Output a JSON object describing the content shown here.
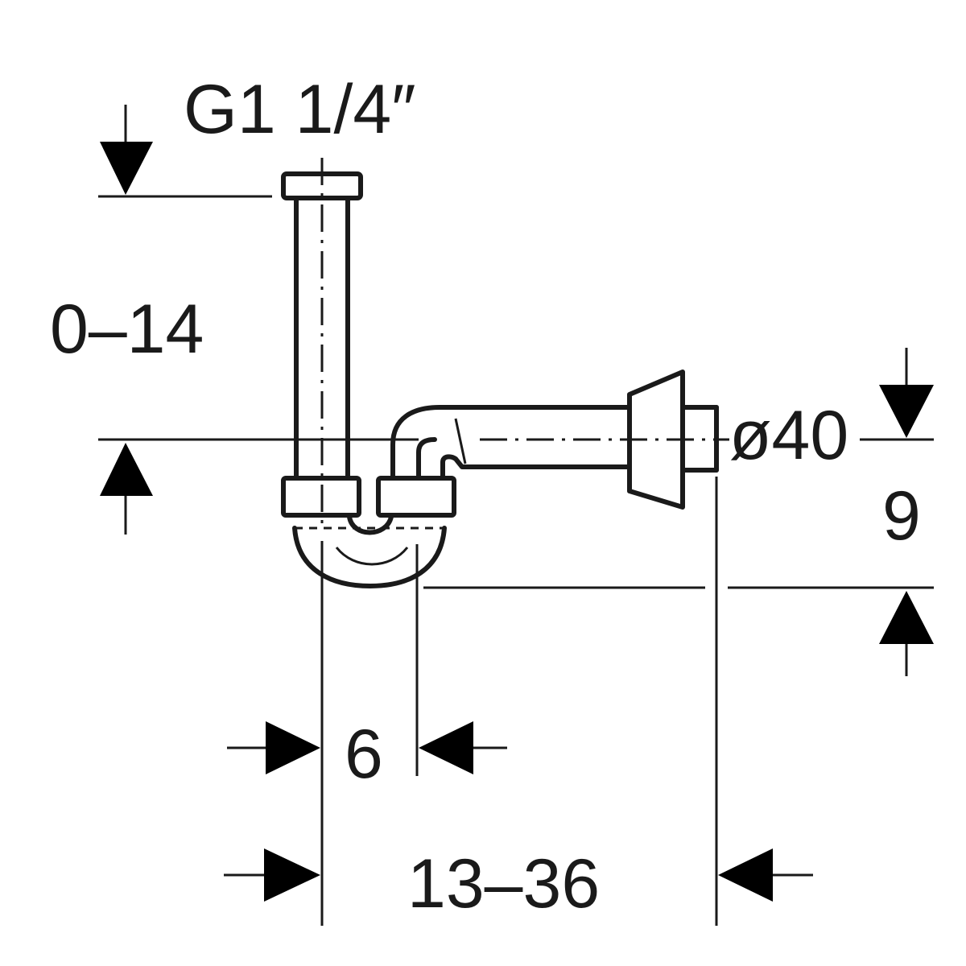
{
  "dimensions": {
    "thread_size": "G1 1/4″",
    "height_adjust": "0–14",
    "outlet_diameter": "ø40",
    "outlet_height": "9",
    "trap_width": "6",
    "wall_distance": "13–36"
  },
  "colors": {
    "line": "#1a1a1a",
    "background": "#ffffff"
  }
}
